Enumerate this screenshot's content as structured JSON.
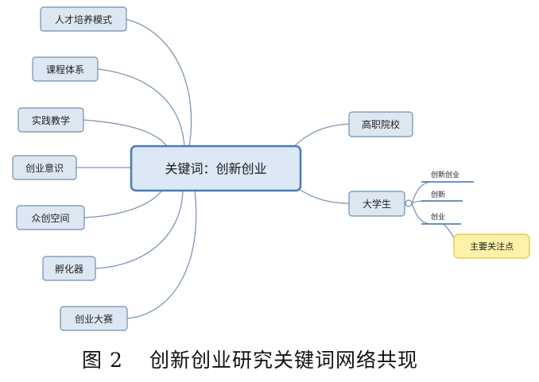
{
  "central": {
    "label": "关键词：创新创业"
  },
  "left_nodes": [
    {
      "label": "人才培养模式"
    },
    {
      "label": "课程体系"
    },
    {
      "label": "实践教学"
    },
    {
      "label": "创业意识"
    },
    {
      "label": "众创空间"
    },
    {
      "label": "孵化器"
    },
    {
      "label": "创业大赛"
    }
  ],
  "right_nodes": [
    {
      "label": "高职院校"
    },
    {
      "label": "大学生"
    }
  ],
  "student_subtopics": [
    {
      "label": "创新创业"
    },
    {
      "label": "创新"
    },
    {
      "label": "创业"
    }
  ],
  "callout": {
    "label": "主要关注点"
  },
  "caption": {
    "figure_no": "图 2",
    "title": "创新创业研究关键词网络共现"
  }
}
